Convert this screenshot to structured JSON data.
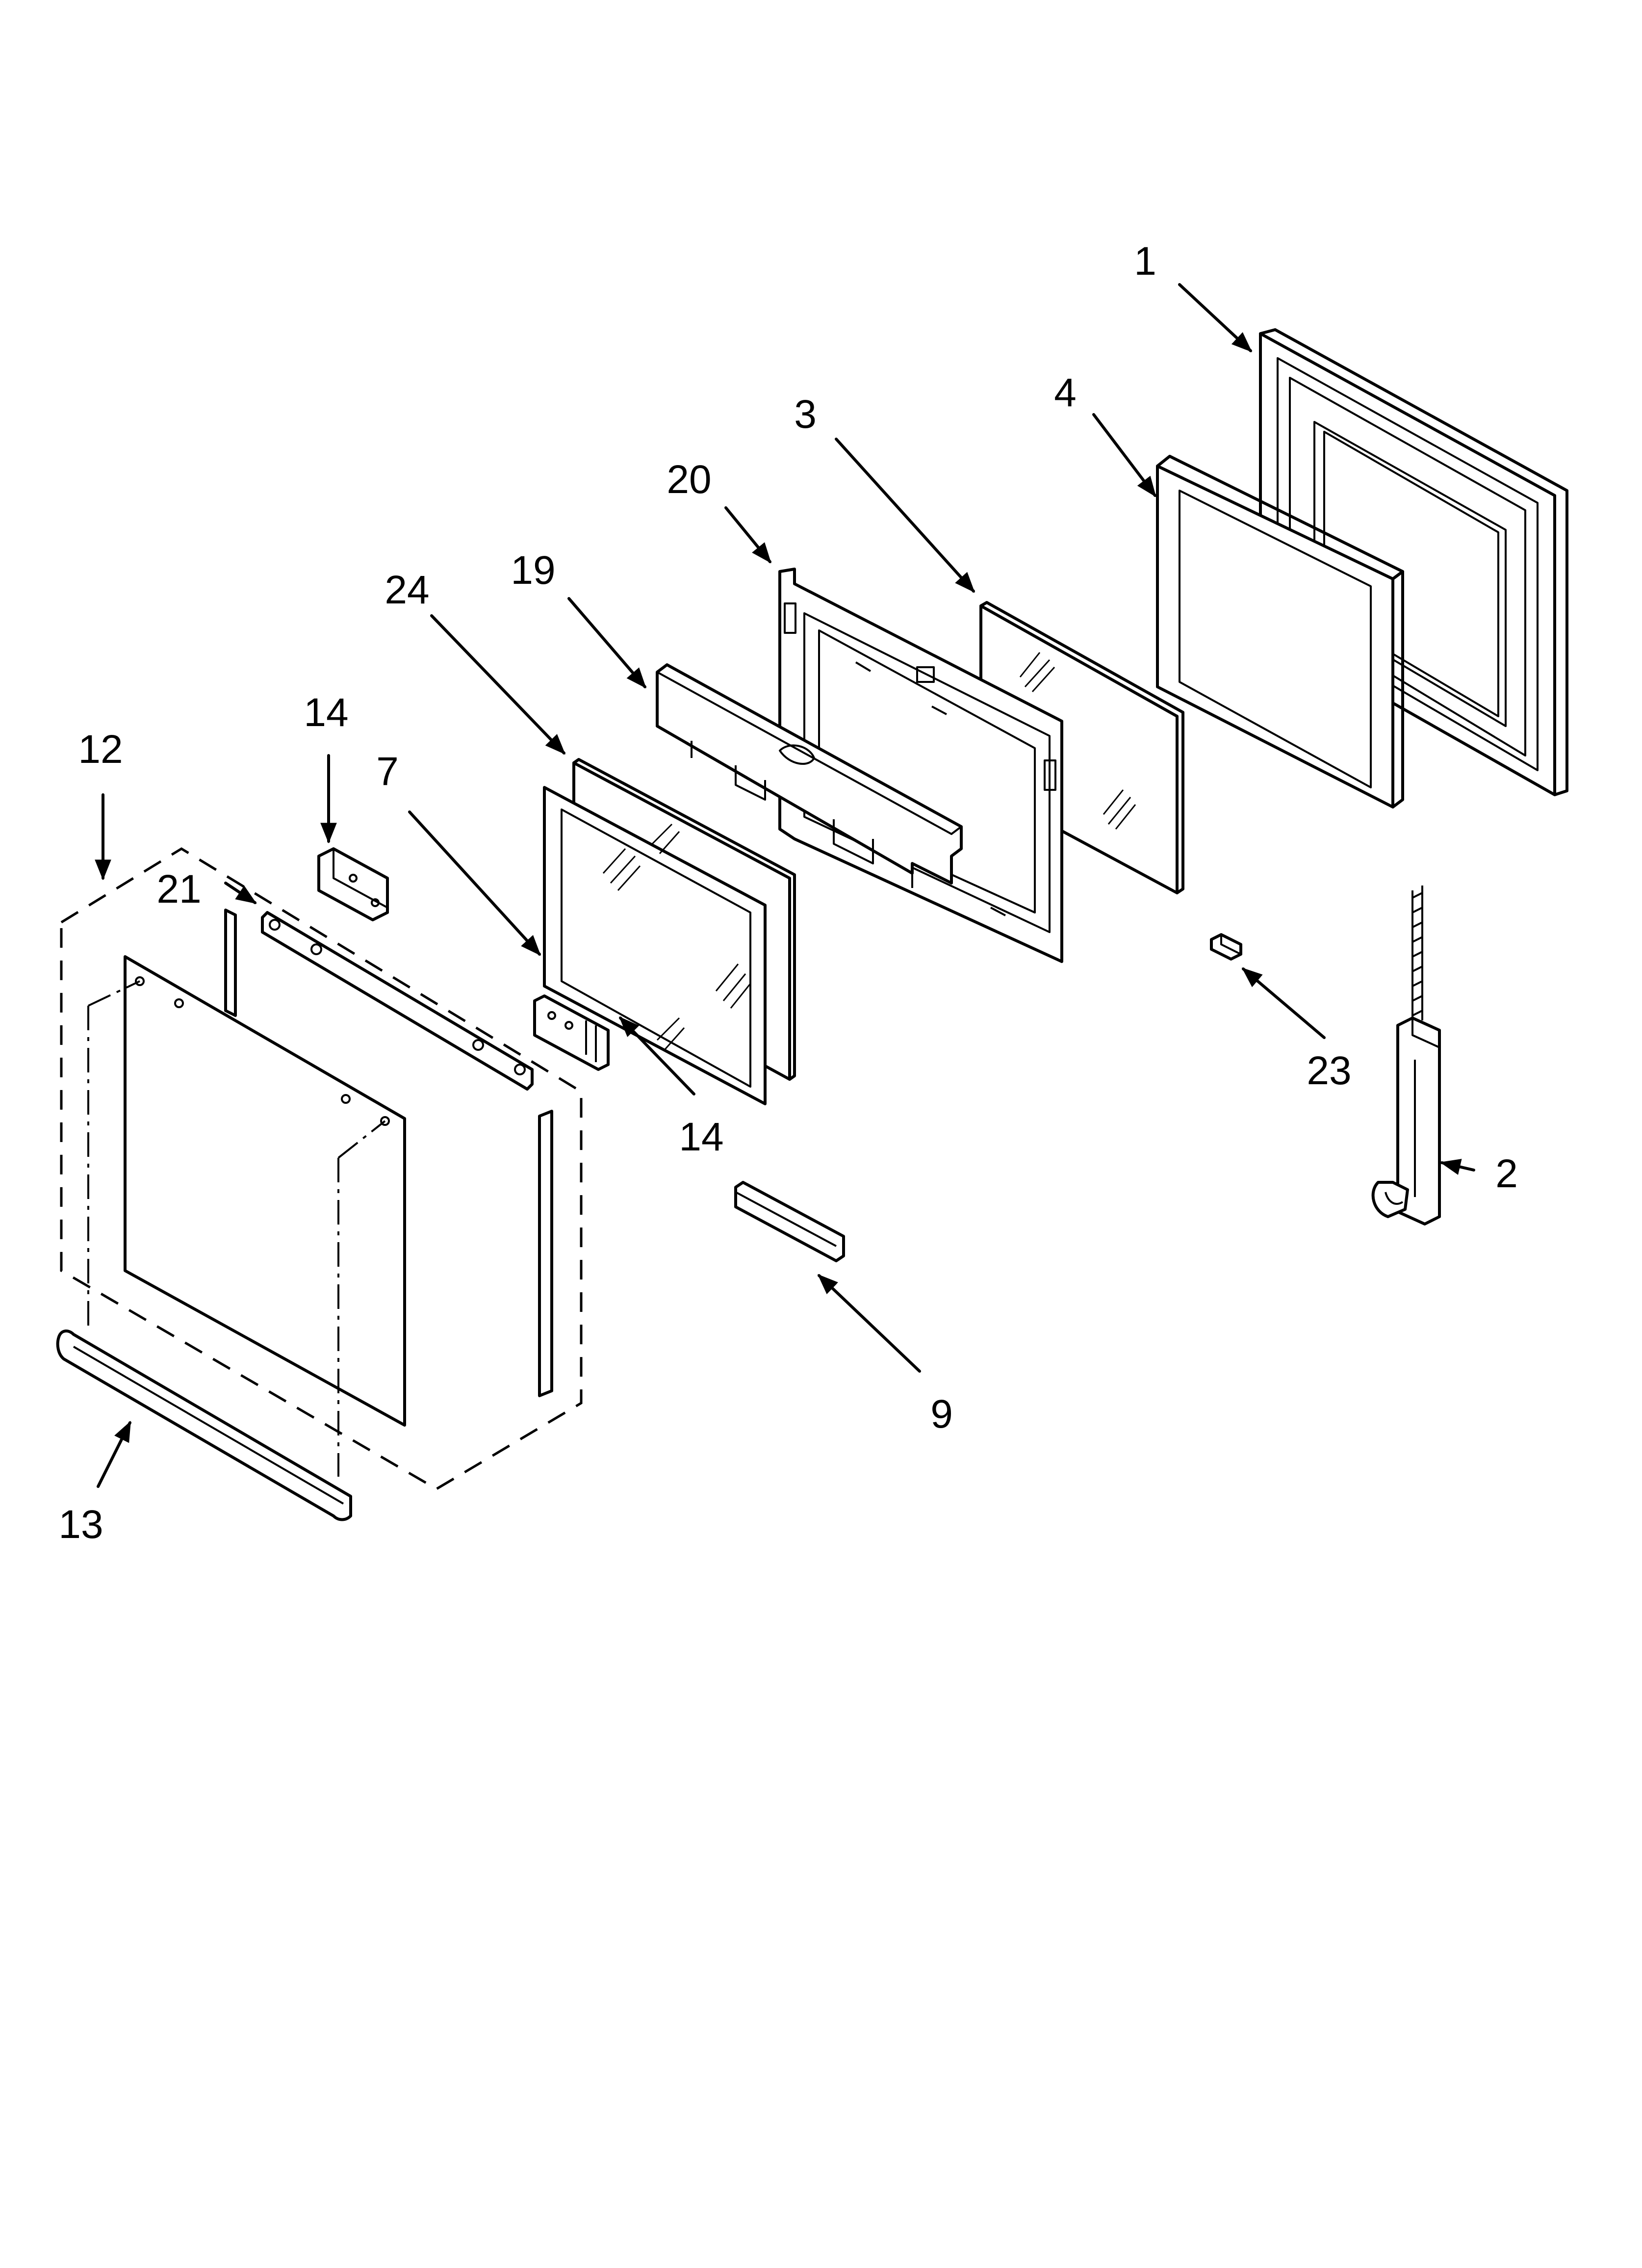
{
  "callouts": [
    {
      "id": "1",
      "label": "1"
    },
    {
      "id": "4",
      "label": "4"
    },
    {
      "id": "3",
      "label": "3"
    },
    {
      "id": "20",
      "label": "20"
    },
    {
      "id": "19",
      "label": "19"
    },
    {
      "id": "24",
      "label": "24"
    },
    {
      "id": "14a",
      "label": "14"
    },
    {
      "id": "7",
      "label": "7"
    },
    {
      "id": "12",
      "label": "12"
    },
    {
      "id": "21",
      "label": "21"
    },
    {
      "id": "14b",
      "label": "14"
    },
    {
      "id": "23",
      "label": "23"
    },
    {
      "id": "2",
      "label": "2"
    },
    {
      "id": "9",
      "label": "9"
    },
    {
      "id": "13",
      "label": "13"
    }
  ],
  "colors": {
    "ink": "#000000",
    "paper": "#ffffff"
  }
}
